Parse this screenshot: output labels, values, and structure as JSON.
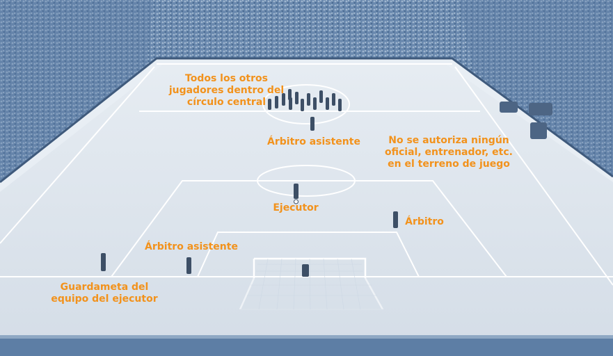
{
  "colors": {
    "label": "#f2921c",
    "pitch": "#dfe6ee",
    "stands": "#5f7fa6",
    "lines": "#ffffff",
    "figures": "#3d4f66"
  },
  "labels": {
    "other_players": "Todos los otros\njugadores dentro del\ncírculo central",
    "assistant_referee_top": "Árbitro asistente",
    "no_officials": "No se autoriza ningún\noficial, entrenador, etc.\nen el terreno de juego",
    "kicker": "Ejecutor",
    "referee": "Árbitro",
    "assistant_referee_bottom": "Árbitro asistente",
    "kicker_team_goalkeeper": "Guardameta del\nequipo del ejecutor"
  }
}
